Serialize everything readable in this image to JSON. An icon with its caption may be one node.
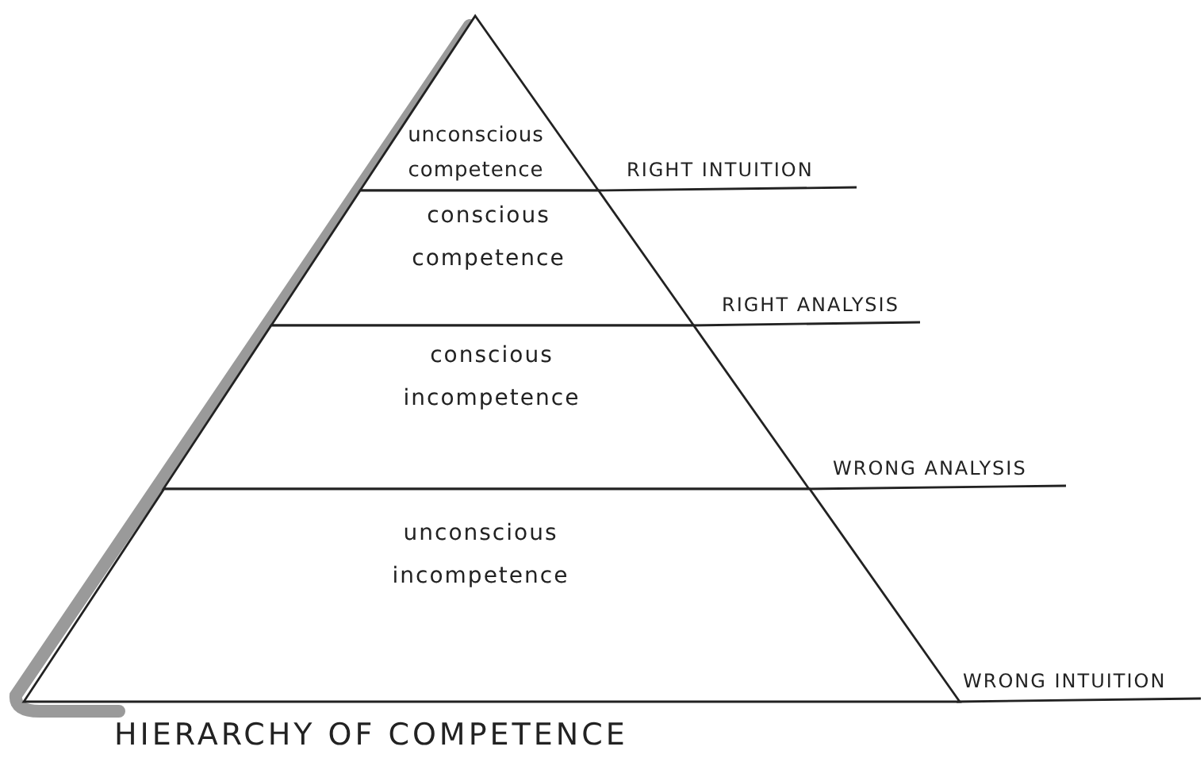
{
  "diagram": {
    "title": "HIERARCHY OF COMPETENCE",
    "nodes": [
      {
        "text": [
          "unconscious competence"
        ]
      },
      {
        "text": [
          "conscious competence"
        ]
      },
      {
        "text": [
          "conscious incompetence"
        ]
      },
      {
        "text": [
          "unconscious incompetence"
        ]
      }
    ],
    "labels": [
      "RIGHT INTUITION",
      "RIGHT ANALYSIS",
      "WRONG ANALYSIS",
      "WRONG INTUITION"
    ]
  }
}
